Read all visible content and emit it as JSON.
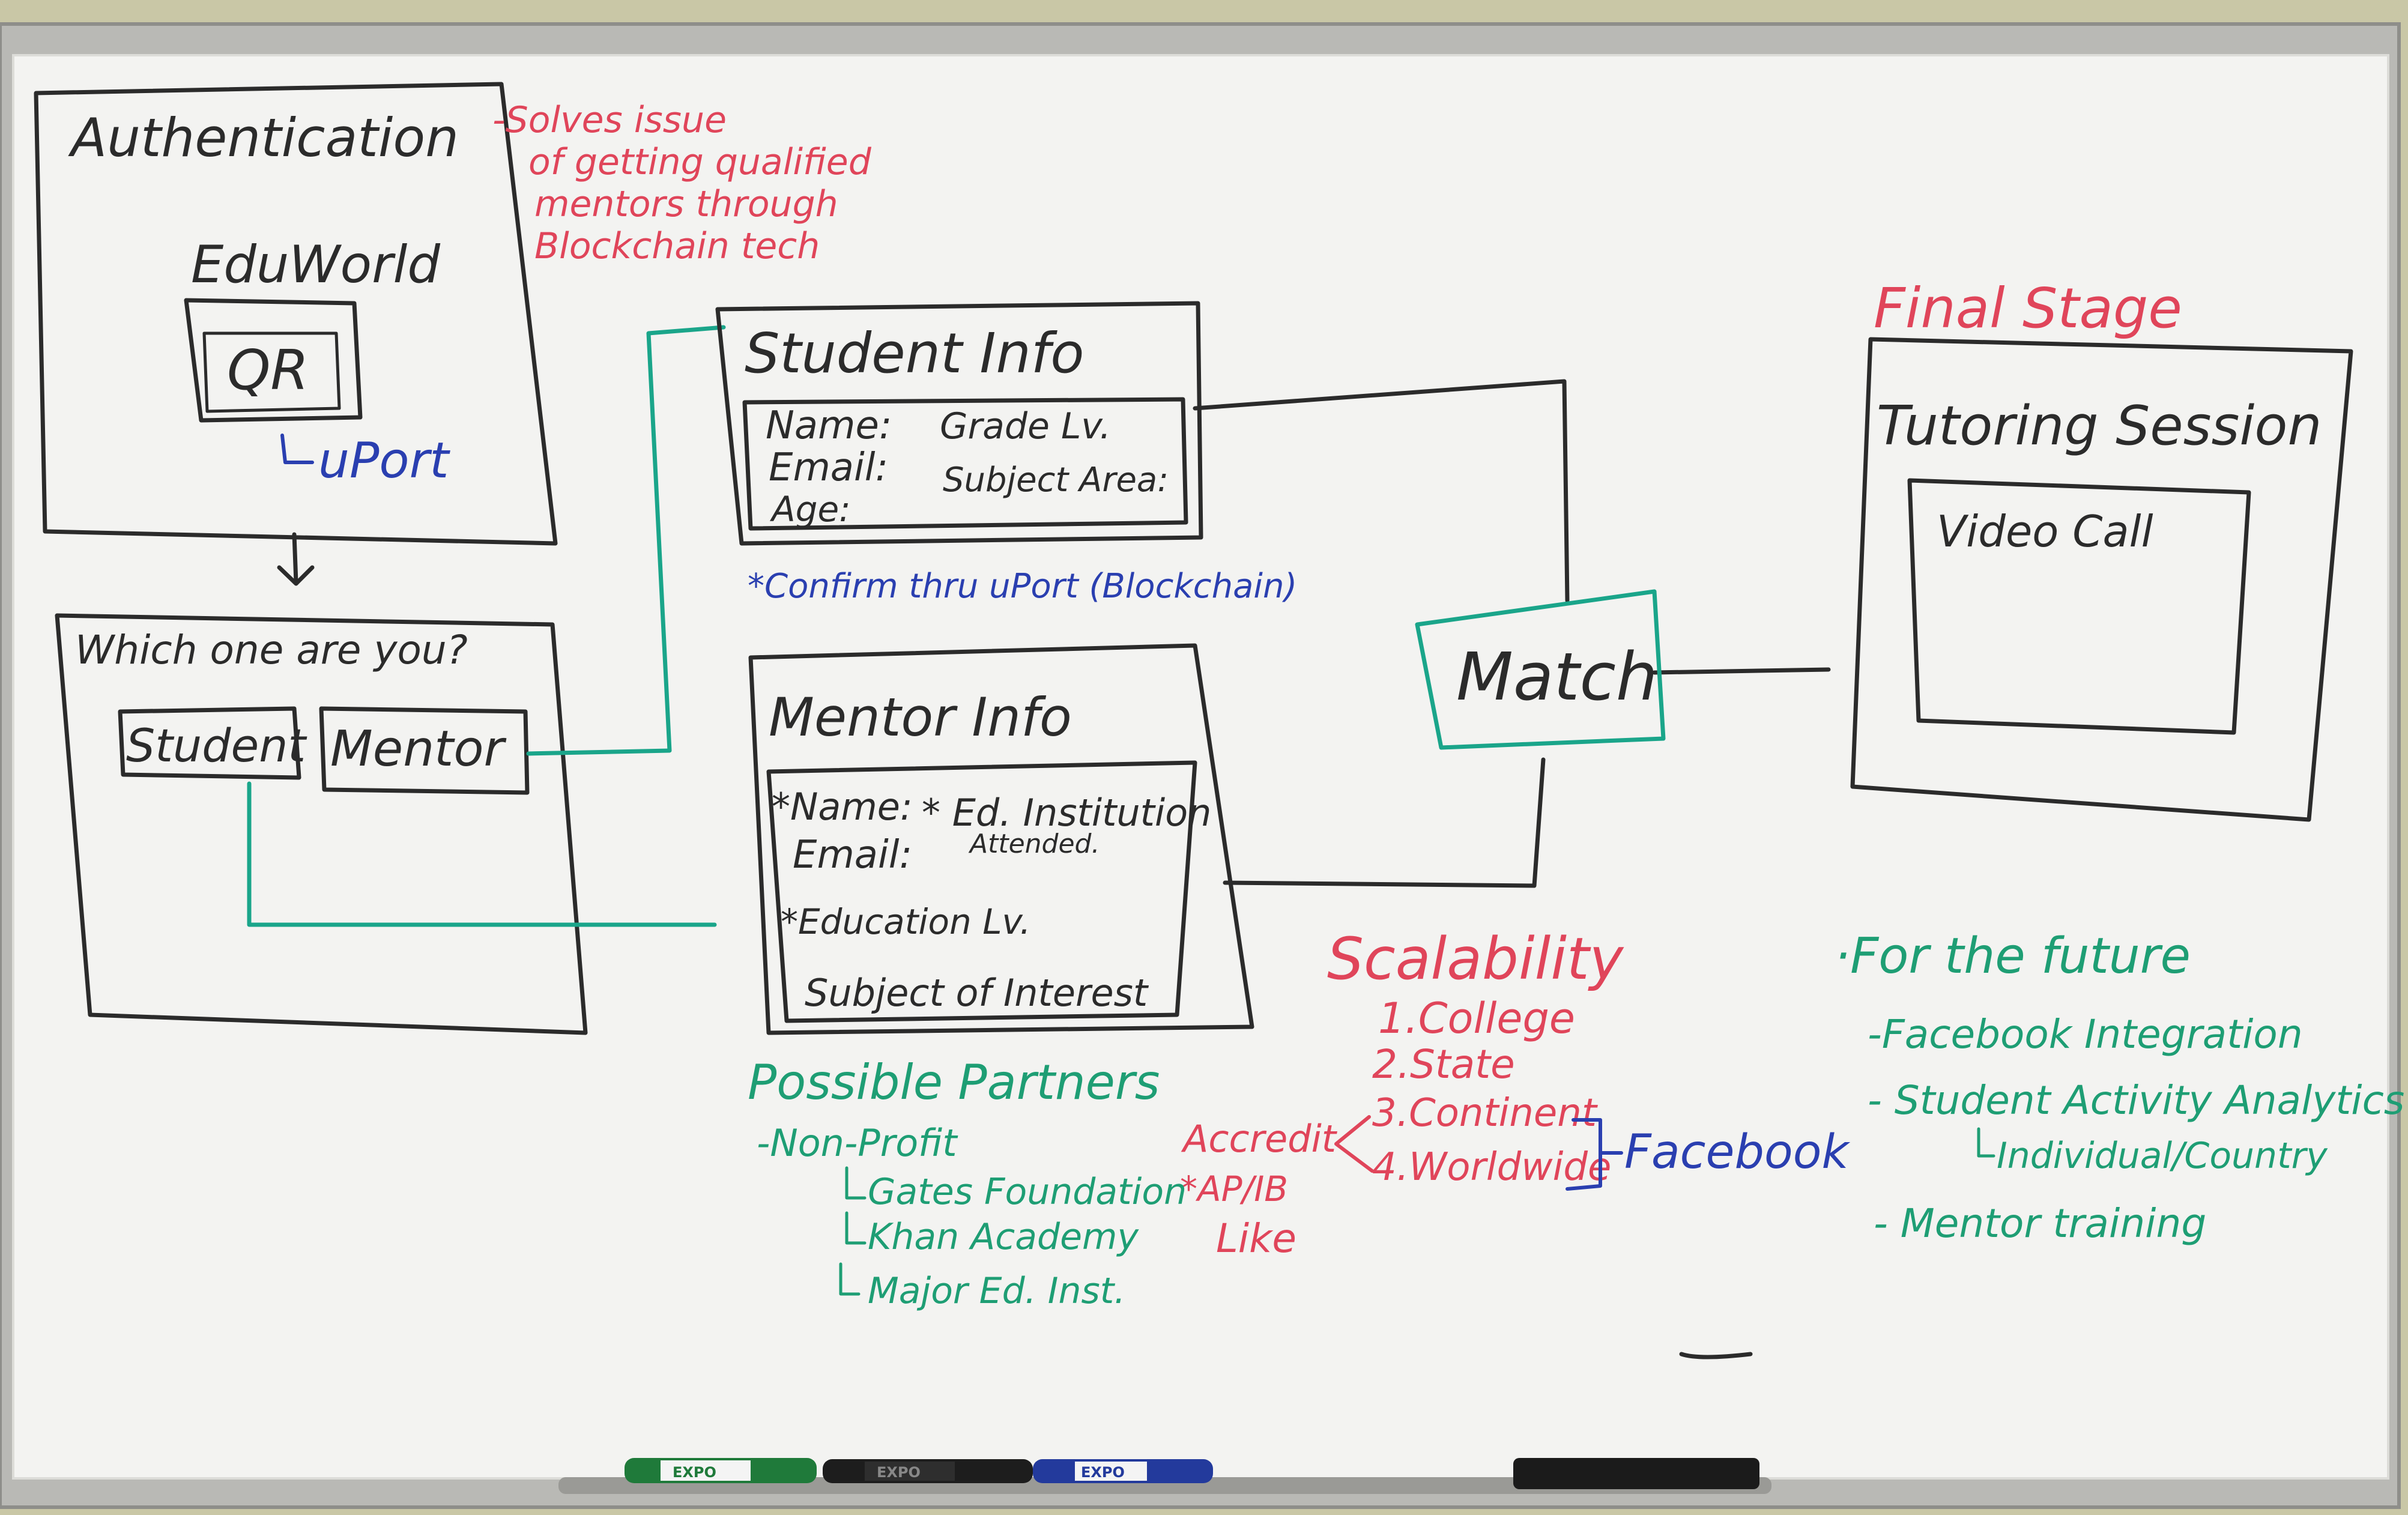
{
  "colors": {
    "black_marker": "#2b2b2b",
    "red_marker": "#e0455a",
    "blue_marker": "#2a3fb0",
    "green_marker": "#1e9e74",
    "teal_line": "#1aa58a",
    "board": "#f4f4f2",
    "wall": "#c8c6a4"
  },
  "auth": {
    "title": "Authentication",
    "brand": "EduWorld",
    "qr": "QR",
    "uport": "uPort"
  },
  "solves_note": [
    "-Solves issue",
    "of getting qualified",
    "mentors through",
    "Blockchain tech"
  ],
  "which": {
    "question": "Which one are you?",
    "student": "Student",
    "mentor": "Mentor"
  },
  "student_info": {
    "title": "Student Info",
    "fields": [
      "Name:",
      "Email:",
      "Age:"
    ],
    "fields_right": [
      "Grade Lv.",
      "Subject Area:"
    ],
    "confirm": "*Confirm thru uPort (Blockchain)"
  },
  "mentor_info": {
    "title": "Mentor Info",
    "name": "*Name:",
    "institution": "* Ed. Institution",
    "attended": "Attended.",
    "email": "Email:",
    "education": "*Education Lv.",
    "subject": "Subject of Interest"
  },
  "match": "Match",
  "final": {
    "label": "Final Stage",
    "session": "Tutoring Session",
    "video": "Video Call"
  },
  "scalability": {
    "title": "Scalability",
    "items": [
      "1.College",
      "2.State",
      "3.Continent",
      "4.Worldwide"
    ],
    "facebook": "Facebook",
    "accredit": "Accredit",
    "apib": "*AP/IB",
    "like": "Like"
  },
  "partners": {
    "title": "Possible Partners",
    "nonprofit": "-Non-Profit",
    "items": [
      "Gates Foundation",
      "Khan Academy",
      "Major Ed. Inst."
    ]
  },
  "future": {
    "title": "·For the future",
    "facebook_integration": "-Facebook Integration",
    "analytics": "- Student Activity Analytics",
    "individual": "Individual/Country",
    "mentor_training": "- Mentor training"
  },
  "markers": [
    "EXPO",
    "EXPO",
    "EXPO"
  ]
}
